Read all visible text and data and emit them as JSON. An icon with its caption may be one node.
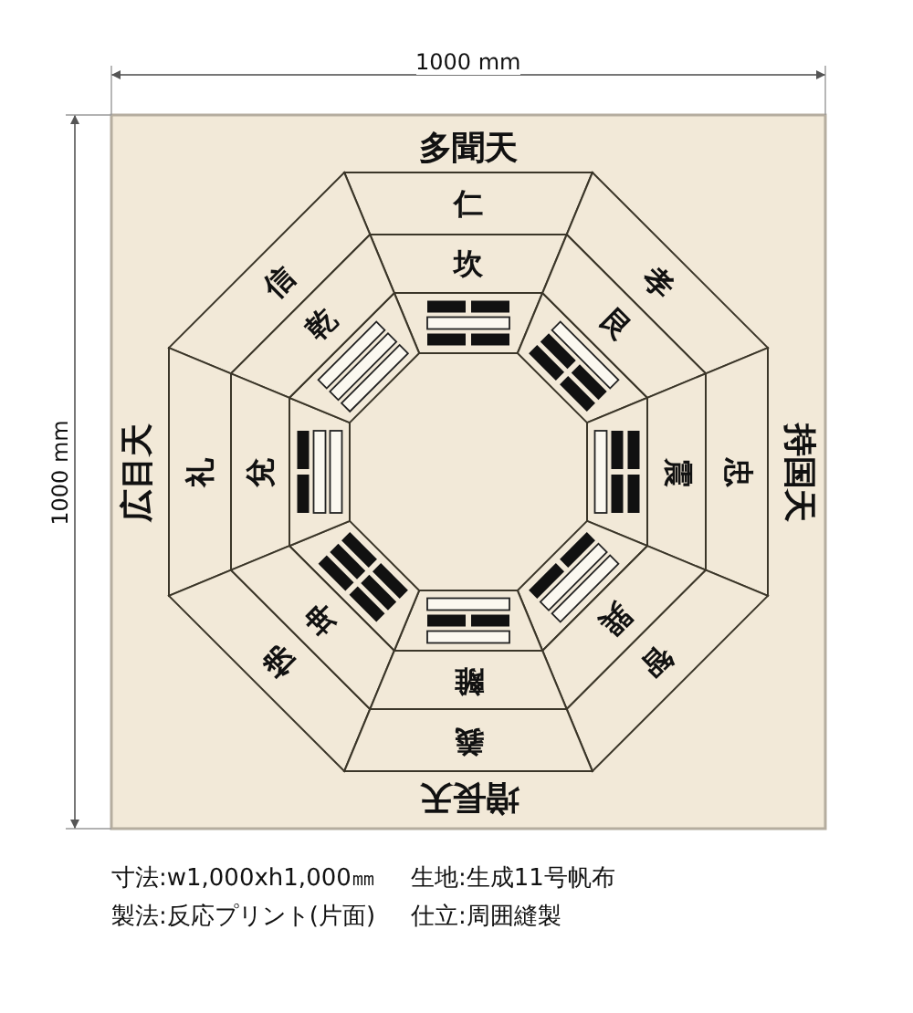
{
  "diagram": {
    "nodes": [
      {
        "text": [
          "仁"
        ]
      },
      {
        "text": [
          "坎"
        ]
      },
      {
        "text": [
          "信"
        ]
      },
      {
        "text": [
          "孝"
        ]
      },
      {
        "text": [
          "乾"
        ]
      },
      {
        "text": [
          "艮"
        ]
      },
      {
        "text": [
          "礼"
        ]
      },
      {
        "text": [
          "兌"
        ]
      },
      {
        "text": [
          "震"
        ]
      },
      {
        "text": [
          "忠"
        ]
      },
      {
        "text": [
          "悌"
        ]
      },
      {
        "text": [
          "坤"
        ]
      },
      {
        "text": [
          "巽"
        ]
      },
      {
        "text": [
          "智"
        ]
      },
      {
        "text": [
          "離"
        ]
      },
      {
        "text": [
          "義"
        ]
      }
    ],
    "labels": [
      "1000 mm",
      "1000 mm",
      "多聞天",
      "広目天",
      "持国天",
      "増長天",
      "寸法:w1,000xh1,000㎜",
      "生地:生成11号帆布",
      "製法:反応プリント(片面)",
      "仕立:周囲縫製"
    ]
  }
}
